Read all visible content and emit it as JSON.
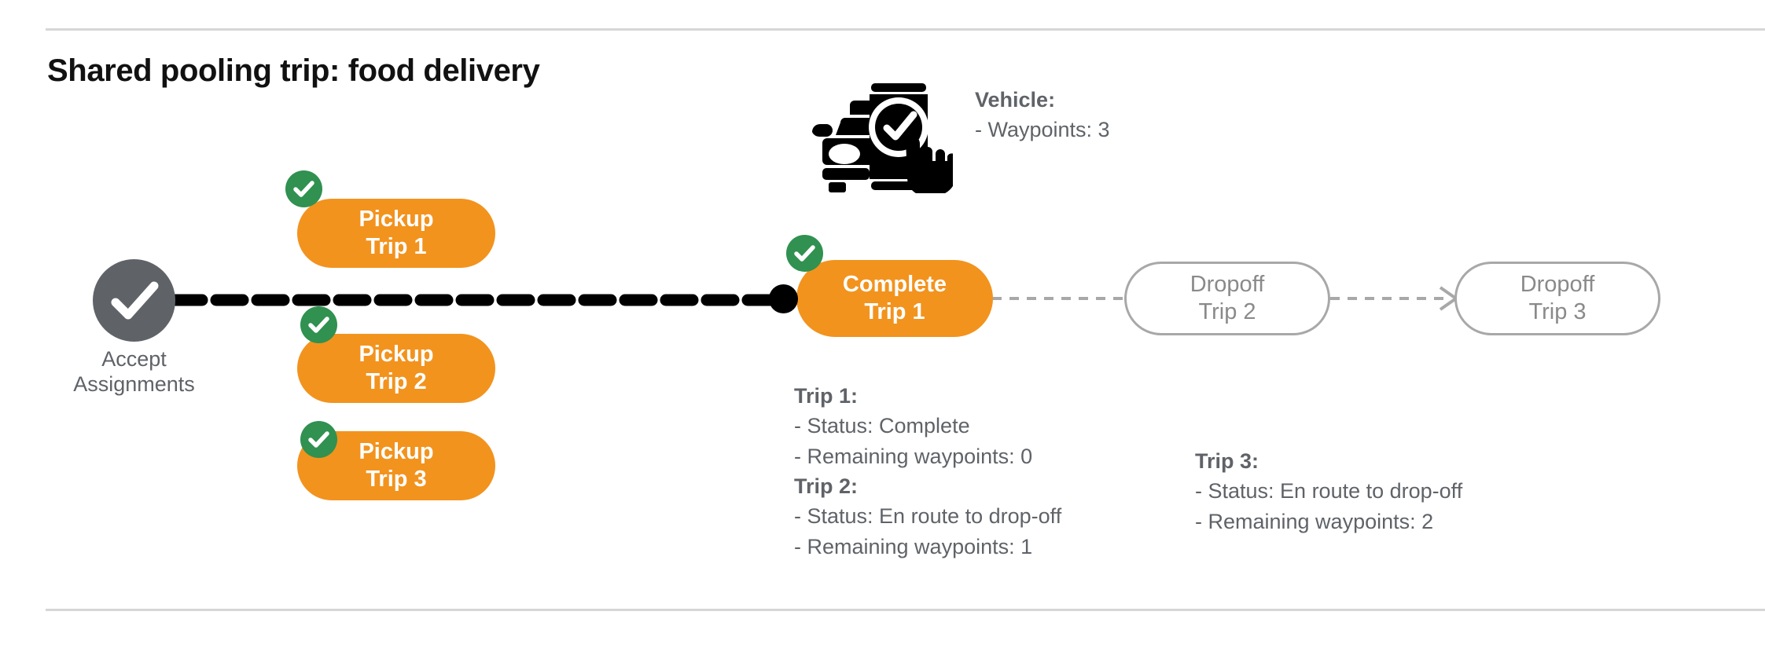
{
  "page": {
    "title": "Shared pooling trip: food delivery"
  },
  "start_node": {
    "icon": "check-circle-icon",
    "label_line1": "Accept",
    "label_line2": "Assignments",
    "color": "#5f6368"
  },
  "vehicle": {
    "icon": "vehicle-phone-check-icon",
    "heading": "Vehicle:",
    "detail": "- Waypoints: 3"
  },
  "pickups": [
    {
      "line1": "Pickup",
      "line2": "Trip 1",
      "status_icon": "green-check-badge-icon",
      "completed": "true"
    },
    {
      "line1": "Pickup",
      "line2": "Trip 2",
      "status_icon": "green-check-badge-icon",
      "completed": "true"
    },
    {
      "line1": "Pickup",
      "line2": "Trip 3",
      "status_icon": "green-check-badge-icon",
      "completed": "true"
    }
  ],
  "complete_node": {
    "line1": "Complete",
    "line2": "Trip 1",
    "status_icon": "green-check-badge-icon"
  },
  "dropoffs": [
    {
      "line1": "Dropoff",
      "line2": "Trip 2"
    },
    {
      "line1": "Dropoff",
      "line2": "Trip 3"
    }
  ],
  "trip_details": [
    {
      "heading": "Trip 1:",
      "status": "- Status:  Complete",
      "waypoints": "- Remaining waypoints: 0"
    },
    {
      "heading": "Trip 2:",
      "status": "- Status:  En route to drop-off",
      "waypoints": "- Remaining waypoints: 1"
    },
    {
      "heading": "Trip 3:",
      "status": "- Status:  En route to drop-off",
      "waypoints": "- Remaining waypoints: 2"
    }
  ],
  "colors": {
    "accent_orange": "#f2931e",
    "success_green": "#309150",
    "neutral_gray": "#5f6368",
    "outline_gray": "#a8a8a8",
    "divider_gray": "#d6d6d6"
  }
}
